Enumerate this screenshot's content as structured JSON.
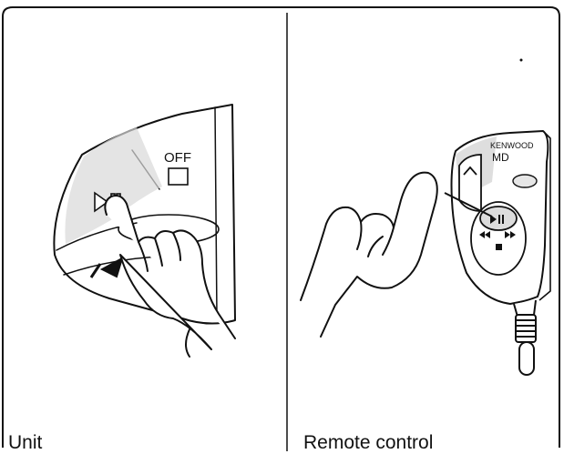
{
  "left_panel": {
    "caption": "Unit",
    "off_label": "OFF"
  },
  "right_panel": {
    "caption": "Remote control",
    "brand_label": "KENWOOD",
    "model_label": "MD"
  },
  "icons": {
    "play_pause": "play-pause-icon",
    "previous": "previous-track-icon",
    "skip_back": "skip-back-icon",
    "skip_forward": "skip-forward-icon",
    "stop": "stop-icon",
    "up": "up-arrow-icon"
  }
}
